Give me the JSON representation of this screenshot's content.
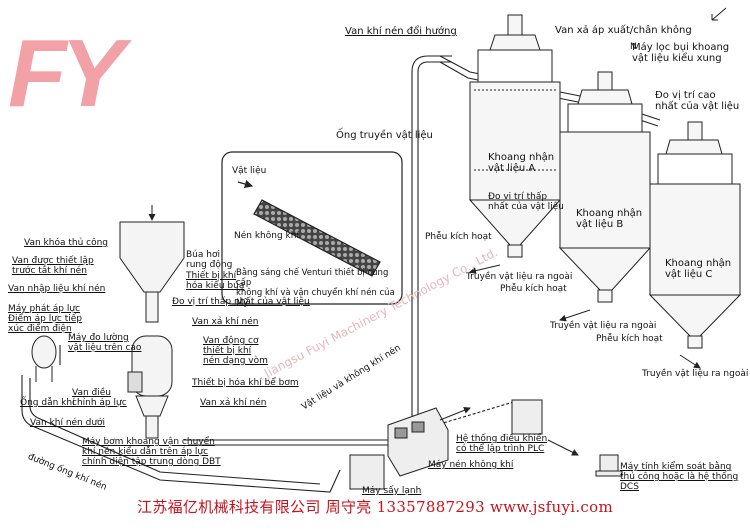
{
  "logo": "FY",
  "watermark": "Jiangsu Fuyi Machinery Technology Co., Ltd.",
  "footer": "江苏福亿机械科技有限公司  周守亮  13357887293  www.jsfuyi.com",
  "colors": {
    "footer_red": "#c8121b",
    "logo_pink": "#f2a1a6",
    "line": "#222222"
  },
  "labels": {
    "reversing_valve": "Van khí nén đổi hướng",
    "vacuum_valve": "Van xả áp xuất/chân không",
    "pulse_filter": "Máy lọc bụi khoang\nvật liệu kiểu xung",
    "high_level": "Đo vị trí cao\nnhất của vật liệu",
    "conveying_pipe": "Ống truyền vật liệu",
    "chamber_a": "Khoang nhận\nvật liệu A",
    "chamber_b": "Khoang nhận\nvật liệu B",
    "chamber_c": "Khoang nhận\nvật liệu C",
    "low_level_a": "Đo vị trí thấp\nnhất của vật liệu",
    "kick_valve_a": "Phễu kích hoạt",
    "kick_valve_b": "Phễu kích hoạt",
    "kick_valve_c": "Phễu kích hoạt",
    "discharge_a": "Truyền vật liệu ra ngoài",
    "discharge_b": "Truyền vật liệu ra ngoài",
    "discharge_c": "Truyền vật liệu ra ngoài",
    "venturi_material": "Vật liệu",
    "venturi_air": "Nén không khí",
    "venturi_caption": "Bằng sáng chế Venturi thiết bị cung cấp\nkhông khí và vận chuyển khí nén của Mỹ",
    "manual_valve": "Van khóa thủ công",
    "preset_valve": "Van được thiết lập\ntrước tắt khí nén",
    "feed_valve": "Van nhập liệu khí nén",
    "pressure_sensor": "Máy phát áp lực\nĐiểm áp lực tiếp\nxúc điểm điện",
    "measure_pressure": "Máy đo lường\nvật liệu trên cao",
    "air_hammer": "Búa hơi\nrung động",
    "hammer_fluid": "Thiết bị khí\nhóa kiểu búa",
    "low_level_pump": "Đo vị trí thấp nhất của vật liệu",
    "vent_valve": "Van xả khí nén",
    "dome_motor": "Van động cơ\nthiết bị khí\nnén dạng vòm",
    "bottom_fluid": "Thiết bị hóa khí bể bơm",
    "air_pipe": "Ống dẫn khí",
    "pressure_regulator": "Van điều\nchỉnh áp lực",
    "lower_valve": "Van khí nén dưới",
    "vent_valve_2": "Van xả khí nén",
    "pump_desc": "Máy bơm khoang vận chuyển\nkhí nén kiểu dẫn trên áp lực\nchính diện tập trung dòng DBT",
    "air_line": "đường ống khí nén",
    "material_air": "Vật liệu và không khí nén",
    "compressor": "Máy nén không khí",
    "dryer": "Máy sấy lạnh",
    "plc": "Hệ thống điều khiển\ncó thể lập trình PLC",
    "dcs": "Máy tính kiểm soát bằng\nthủ công hoặc là hệ thống DCS",
    "north": "N"
  }
}
